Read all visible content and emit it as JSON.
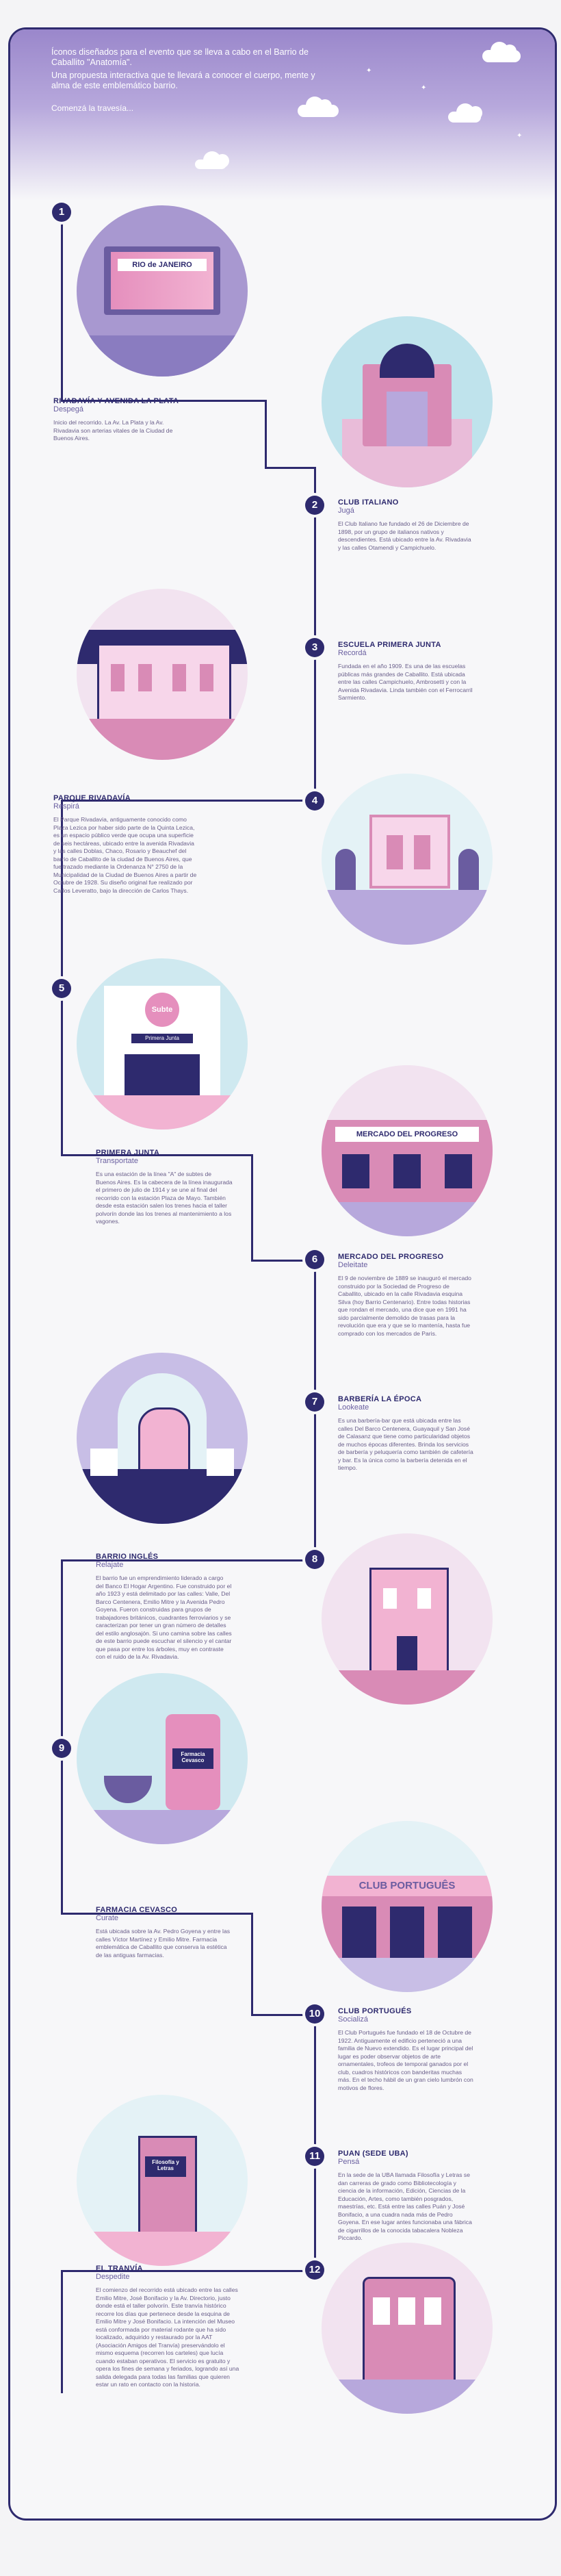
{
  "intro": {
    "line1": "Íconos diseñados para el evento que se lleva a cabo en el Barrio de Caballito \"Anatomía\".",
    "line2": "Una propuesta interactiva que te llevará a conocer el cuerpo, mente y alma de este emblemático barrio.",
    "cta": "Comenzá la travesía..."
  },
  "colors": {
    "navy": "#2e2a6e",
    "pink": "#d98bb6",
    "lavender": "#b7a8dc",
    "sky": "#bfe3ec"
  },
  "stops": [
    {
      "number": "1",
      "title": "RIVADAVÍA Y AVENIDA LA PLATA",
      "verb": "Despegá",
      "text": "Inicio del recorrido. La Av. La Plata y la Av. Rivadavia son arterias vitales de la Ciudad de Buenos Aires.",
      "sign": "RIO de JANEIRO"
    },
    {
      "number": "2",
      "title": "CLUB ITALIANO",
      "verb": "Jugá",
      "text": "El Club Italiano fue fundado el 26 de Diciembre de 1898, por un grupo de italianos nativos y descendientes. Está ubicado entre la Av. Rivadavia y las calles Otamendi y Campichuelo."
    },
    {
      "number": "3",
      "title": "ESCUELA PRIMERA JUNTA",
      "verb": "Recordá",
      "text": "Fundada en el año 1909. Es una de las escuelas públicas más grandes de Caballito. Está ubicada entre las calles Campichuelo, Ambrosetti y con la Avenida Rivadavia. Linda también con el Ferrocarril Sarmiento."
    },
    {
      "number": "4",
      "title": "PARQUE RIVADAVÍA",
      "verb": "Respirá",
      "text": "El Parque Rivadavia, antiguamente conocido como Plaza Lezica por haber sido parte de la Quinta Lezica, es un espacio público verde que ocupa una superficie de seis hectáreas, ubicado entre la avenida Rivadavia y las calles Doblas, Chaco, Rosario y Beauchef del barrio de Caballito de la ciudad de Buenos Aires, que fue trazado mediante la Ordenanza N° 2750 de la Municipalidad de la Ciudad de Buenos Aires a partir de Octubre de 1928. Su diseño original fue realizado por Carlos Leveratto, bajo la dirección de Carlos Thays."
    },
    {
      "number": "5",
      "title": "PRIMERA JUNTA",
      "verb": "Transportate",
      "text": "Es una estación de la línea \"A\" de subtes de Buenos Aires. Es la cabecera de la línea inaugurada el primero de julio de 1914 y se une al final del recorrido con la estación Plaza de Mayo. También desde esta estación salen los trenes hacia el taller polvorín donde las los trenes al mantenimiento a los vagones.",
      "sign": "Subte",
      "sub": "Primera Junta"
    },
    {
      "number": "6",
      "title": "MERCADO DEL PROGRESO",
      "verb": "Deleitate",
      "text": "El 9 de noviembre de 1889 se inauguró el mercado construido por la Sociedad de Progreso de Caballito, ubicado en la calle Rivadavia esquina Silva (hoy Barrio Centenario). Entre todas historias que rondan el mercado, una dice que en 1991 ha sido parcialmente demolido de trasas para la revolución que era y que se lo mantenía, hasta fue comprado con los mercados de Paris.",
      "sign": "MERCADO DEL PROGRESO"
    },
    {
      "number": "7",
      "title": "BARBERÍA LA ÉPOCA",
      "verb": "Lookeate",
      "text": "Es una barbería-bar que está ubicada entre las calles Del Barco Centenera, Guayaquil y San José de Calasanz que tiene como particularidad objetos de muchos épocas diferentes. Brinda los servicios de barbería y peluquería como también de cafetería y bar. Es la única como la barbería detenida en el tiempo."
    },
    {
      "number": "8",
      "title": "BARRIO INGLÉS",
      "verb": "Relajate",
      "text": "El barrio fue un emprendimiento liderado a cargo del Banco El Hogar Argentino. Fue construido por el año 1923 y está delimitado por las calles: Valle, Del Barco Centenera, Emilio Mitre y la Avenida Pedro Goyena. Fueron construidas para grupos de trabajadores británicos, cuadrantes ferroviarios y se caracterizan por tener un gran número de detalles del estilo anglosajón. Si uno camina sobre las calles de este barrio puede escuchar el silencio y el cantar que pasa por entre los árboles, muy en contraste con el ruido de la Av. Rivadavia."
    },
    {
      "number": "9",
      "title": "FARMACIA CEVASCO",
      "verb": "Curate",
      "text": "Está ubicada sobre la Av. Pedro Goyena y entre las calles Víctor Martínez y Emilio Mitre. Farmacia emblemática de Caballito que conserva la estética de las antiguas farmacias.",
      "sign": "Farmacia Cevasco"
    },
    {
      "number": "10",
      "title": "CLUB PORTUGUÉS",
      "verb": "Socializá",
      "text": "El Club Portugués fue fundado el 18 de Octubre de 1922. Antiguamente el edificio perteneció a una familia de Nuevo extendido. Es el lugar principal del lugar es poder observar objetos de arte ornamentales, trofeos de temporal ganados por el club, cuadros históricos con banderitas muchas más. En el techo hábil de un gran cielo lumbrón con motivos de flores.",
      "sign": "CLUB PORTUGUÊS"
    },
    {
      "number": "11",
      "title": "PUAN (SEDE UBA)",
      "verb": "Pensá",
      "text": "En la sede de la UBA llamada Filosofía y Letras se dan carreras de grado como Bibliotecología y ciencia de la información, Edición, Ciencias de la Educación, Artes, como también posgrados, maestrías, etc. Está entre las calles Puán y José Bonifacio, a una cuadra nada más de Pedro Goyena. En ese lugar antes funcionaba una fábrica de cigarrillos de la conocida tabacalera Nobleza Piccardo.",
      "sign": "Filosofía y Letras"
    },
    {
      "number": "12",
      "title": "EL TRANVÍA",
      "verb": "Despedite",
      "text": "El comienzo del recorrido está ubicado entre las calles Emilio Mitre, José Bonifacio y la Av. Directorio, justo donde está el taller polvorín. Este tranvía histórico recorre los días que pertenece desde la esquina de Emilio Mitre y José Bonifacio. La intención del Museo está conformada por material rodante que ha sido localizado, adquirido y restaurado por la AAT (Asociación Amigos del Tranvía) preservándolo el mismo esquema (recorren los carteles) que lucía cuando estaban operativos. El servicio es gratuito y opera los fines de semana y feriados, logrando así una salida delegada para todas las familias que quieren estar un rato en contacto con la historia."
    }
  ]
}
